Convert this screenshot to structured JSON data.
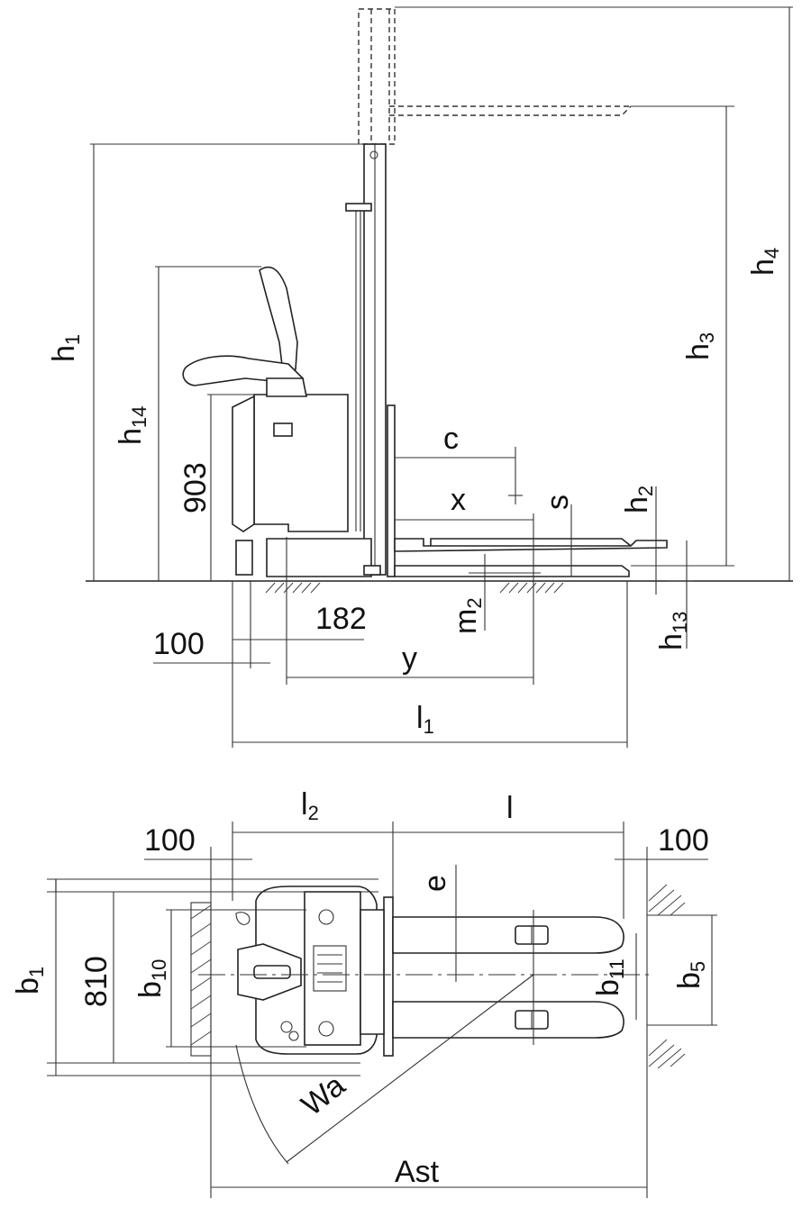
{
  "labels": {
    "h1": {
      "main": "h",
      "sub": "1"
    },
    "h14": {
      "main": "h",
      "sub": "14"
    },
    "dim_903": "903",
    "h3": {
      "main": "h",
      "sub": "3"
    },
    "h4": {
      "main": "h",
      "sub": "4"
    },
    "c": "c",
    "x": "x",
    "s": "s",
    "h2": {
      "main": "h",
      "sub": "2"
    },
    "m2": {
      "main": "m",
      "sub": "2"
    },
    "h13": {
      "main": "h",
      "sub": "13"
    },
    "dim_182": "182",
    "dim_100_side": "100",
    "y": "y",
    "l1": {
      "main": "l",
      "sub": "1"
    },
    "l2": {
      "main": "l",
      "sub": "2"
    },
    "l": "l",
    "dim_100_top_left": "100",
    "dim_100_top_right": "100",
    "e": "e",
    "b1": {
      "main": "b",
      "sub": "1"
    },
    "dim_810": "810",
    "b10": {
      "main": "b",
      "sub": "10"
    },
    "b11": {
      "main": "b",
      "sub": "11"
    },
    "b5": {
      "main": "b",
      "sub": "5"
    },
    "Wa": "Wa",
    "Ast": "Ast"
  },
  "colors": {
    "line": "#222222",
    "background": "#ffffff"
  }
}
